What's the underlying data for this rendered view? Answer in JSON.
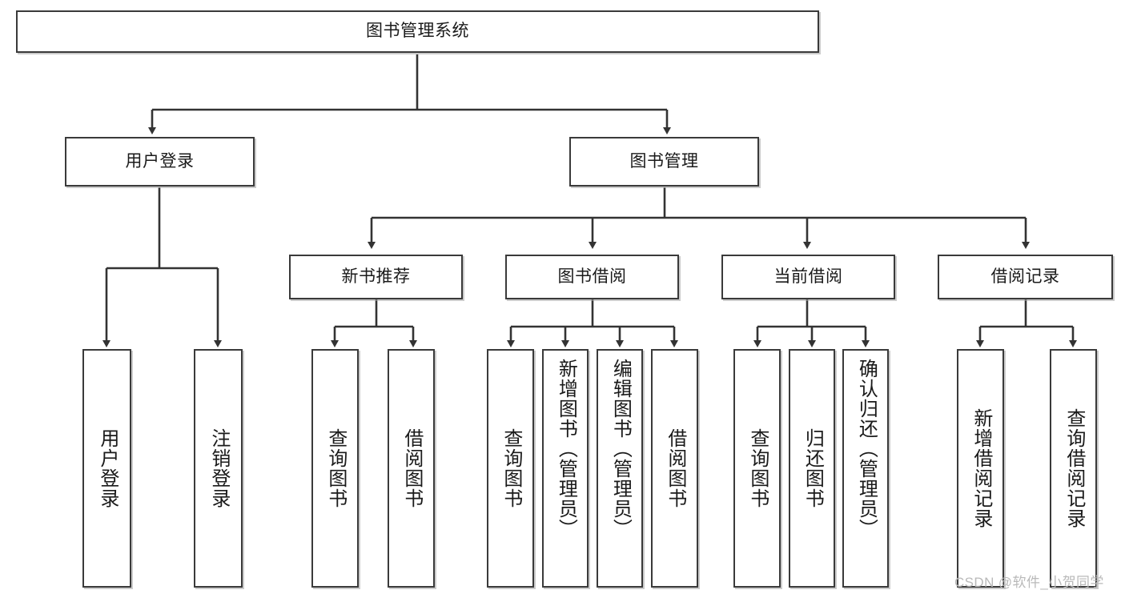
{
  "diagram": {
    "type": "tree",
    "title": "图书管理系统",
    "root": {
      "id": "root",
      "label": "图书管理系统"
    },
    "level2": [
      {
        "id": "user-login",
        "label": "用户登录"
      },
      {
        "id": "book-manage",
        "label": "图书管理"
      }
    ],
    "level3": [
      {
        "id": "new-book-rec",
        "label": "新书推荐"
      },
      {
        "id": "book-borrow",
        "label": "图书借阅"
      },
      {
        "id": "current-borrow",
        "label": "当前借阅"
      },
      {
        "id": "borrow-record",
        "label": "借阅记录"
      }
    ],
    "leaves": {
      "user_login": [
        {
          "id": "leaf-user-login",
          "label": "用户登录"
        },
        {
          "id": "leaf-logout-login",
          "label": "注销登录"
        }
      ],
      "new_book_rec": [
        {
          "id": "leaf-query-book-1",
          "label": "查询图书"
        },
        {
          "id": "leaf-borrow-book-1",
          "label": "借阅图书"
        }
      ],
      "book_borrow": [
        {
          "id": "leaf-query-book-2",
          "label": "查询图书"
        },
        {
          "id": "leaf-add-book",
          "label": "新增图书（管理员）"
        },
        {
          "id": "leaf-edit-book",
          "label": "编辑图书（管理员）"
        },
        {
          "id": "leaf-borrow-book-2",
          "label": "借阅图书"
        }
      ],
      "current_borrow": [
        {
          "id": "leaf-query-book-3",
          "label": "查询图书"
        },
        {
          "id": "leaf-return-book",
          "label": "归还图书"
        },
        {
          "id": "leaf-confirm-return",
          "label": "确认归还（管理员）"
        }
      ],
      "borrow_record": [
        {
          "id": "leaf-add-record",
          "label": "新增借阅记录"
        },
        {
          "id": "leaf-query-record",
          "label": "查询借阅记录"
        }
      ]
    }
  },
  "watermark": {
    "text": "CSDN @软件_小贺同学"
  },
  "colors": {
    "background": "#ffffff",
    "box_border": "#3a3a3a",
    "box_fill": "#ffffff",
    "line": "#333333",
    "text": "#1a1a1a",
    "watermark": "#b9b9b9"
  }
}
